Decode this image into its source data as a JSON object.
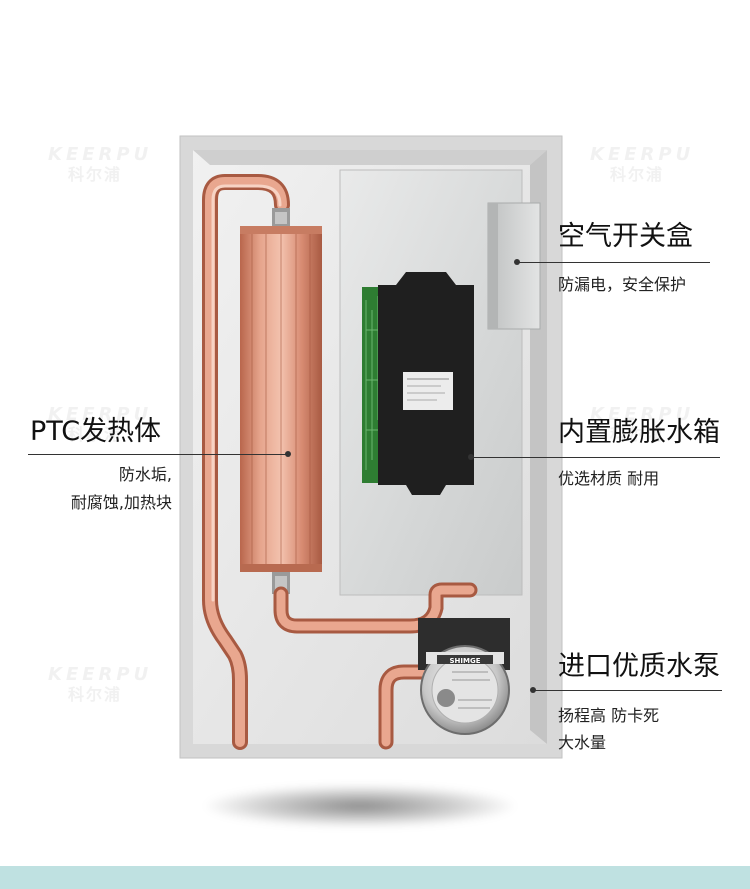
{
  "watermark": {
    "brand": "KEERPU",
    "brand_cn": "科尔浦"
  },
  "labels": {
    "air_switch": {
      "title": "空气开关盒",
      "desc": "防漏电，安全保护"
    },
    "ptc_heater": {
      "title": "PTC发热体",
      "desc_lines": [
        "防水垢,",
        "耐腐蚀,加热块"
      ]
    },
    "expansion_tank": {
      "title": "内置膨胀水箱",
      "desc": "优选材质 耐用"
    },
    "water_pump": {
      "title": "进口优质水泵",
      "desc_lines": [
        "扬程高 防卡死",
        "大水量"
      ]
    }
  },
  "pump_brand": "SHIMGE",
  "colors": {
    "copper": "#d8927a",
    "frame": "#d6d6d6",
    "bottom_band": "#bfe1e1",
    "pcb": "#2e7d32"
  }
}
